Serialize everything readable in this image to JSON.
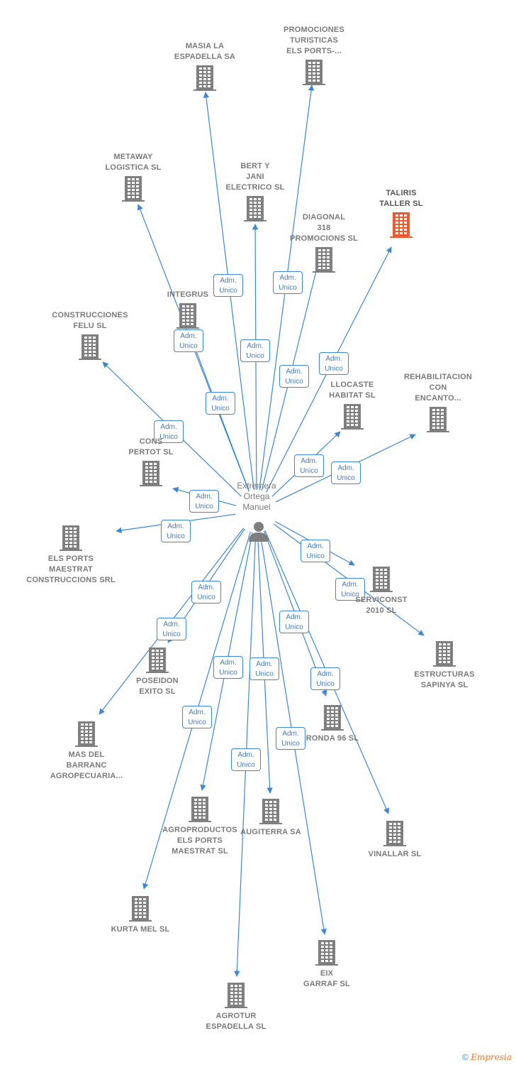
{
  "center": {
    "name": "Extremera\nOrtega\nManuel"
  },
  "badge": {
    "line1": "Adm.",
    "line2": "Unico"
  },
  "colors": {
    "edge": "#3b88d8",
    "building": "#7f7f7f",
    "highlight": "#ee5a2e"
  },
  "footer": {
    "copyright": "©",
    "brand": "Empresia"
  },
  "nodes": [
    {
      "id": "masia",
      "label": "MASIA LA\nESPADELLA SA"
    },
    {
      "id": "promociones",
      "label": "PROMOCIONES\nTURISTICAS\nELS PORTS-..."
    },
    {
      "id": "metaway",
      "label": "METAWAY\nLOGISTICA  SL"
    },
    {
      "id": "bert",
      "label": "BERT Y\nJANI\nELECTRICO  SL"
    },
    {
      "id": "taliris",
      "label": "TALIRIS\nTALLER  SL"
    },
    {
      "id": "diagonal",
      "label": "DIAGONAL\n318\nPROMOCIONS SL"
    },
    {
      "id": "integrus",
      "label": "INTEGRUS"
    },
    {
      "id": "felu",
      "label": "CONSTRUCCIONES\nFELU  SL"
    },
    {
      "id": "llocaste",
      "label": "LLOCASTE\nHABITAT SL"
    },
    {
      "id": "rehab",
      "label": "REHABILITACION\nCON\nENCANTO..."
    },
    {
      "id": "pertot",
      "label": "CONS\nPERTOT SL"
    },
    {
      "id": "elsports",
      "label": "ELS PORTS\nMAESTRAT\nCONSTRUCCIONS SRL"
    },
    {
      "id": "serviconst",
      "label": "SERVICONST\n2010 SL"
    },
    {
      "id": "poseidon",
      "label": "POSEIDON\nEXITO  SL"
    },
    {
      "id": "estructuras",
      "label": "ESTRUCTURAS\nSAPINYA SL"
    },
    {
      "id": "masdel",
      "label": "MAS DEL\nBARRANC\nAGROPECUARIA..."
    },
    {
      "id": "ronda",
      "label": "RONDA 96 SL"
    },
    {
      "id": "agroproductos",
      "label": "AGROPRODUCTOS\nELS PORTS\nMAESTRAT SL"
    },
    {
      "id": "augiterra",
      "label": "AUGITERRA SA"
    },
    {
      "id": "vinallar",
      "label": "VINALLAR SL"
    },
    {
      "id": "kurta",
      "label": "KURTA MEL  SL"
    },
    {
      "id": "eix",
      "label": "EIX\nGARRAF SL"
    },
    {
      "id": "agrotur",
      "label": "AGROTUR\nESPADELLA SL"
    }
  ]
}
